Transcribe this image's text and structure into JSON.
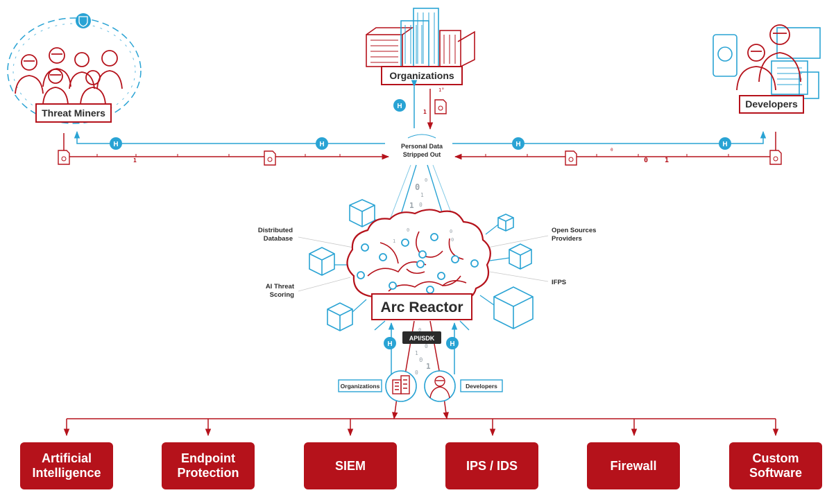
{
  "nodes": {
    "threat_miners": "Threat Miners",
    "organizations": "Organizations",
    "developers": "Developers",
    "privacy_note": "Personal Data\nStripped Out",
    "core": "Arc Reactor",
    "api": "API/SDK",
    "bottom_orgs": "Organizations",
    "bottom_devs": "Developers"
  },
  "core_labels": {
    "distributed_database": "Distributed\nDatabase",
    "ai_threat_scoring": "AI Threat\nScoring",
    "open_sources": "Open Sources\nProviders",
    "ifps": "IFPS"
  },
  "badge_letter": "H",
  "outputs": [
    "Artificial\nIntelligence",
    "Endpoint\nProtection",
    "SIEM",
    "IPS / IDS",
    "Firewall",
    "Custom\nSoftware"
  ],
  "colors": {
    "red": "#b5121b",
    "blue": "#29a3d4",
    "dark": "#2b2b2b"
  }
}
